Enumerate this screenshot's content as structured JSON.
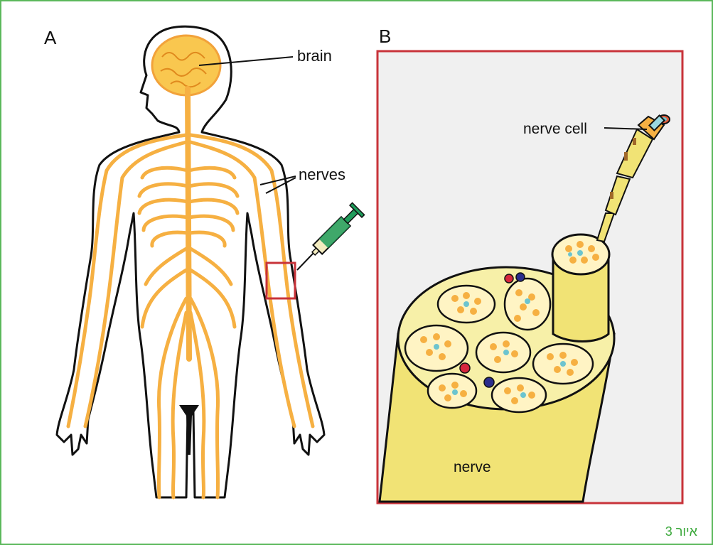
{
  "panels": {
    "a": "A",
    "b": "B"
  },
  "labels": {
    "brain": "brain",
    "nerves": "nerves",
    "nerve_cell": "nerve cell",
    "nerve": "nerve"
  },
  "caption": "איור 3",
  "colors": {
    "nerve_orange": "#f6b042",
    "brain_yellow": "#f9c74f",
    "zoom_box": "#c8333a",
    "nerve_yellow": "#f1e375",
    "panel_bg": "#f0f0f0",
    "border_green": "#5cb85c",
    "syringe_green": "#1f9c5b"
  }
}
